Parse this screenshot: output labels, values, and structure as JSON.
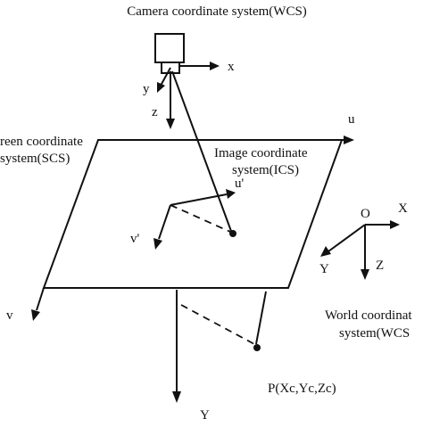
{
  "labels": {
    "camera_title": "Camera coordinate system(WCS)",
    "screen_line1": "reen coordinate",
    "screen_line2": "system(SCS)",
    "image_line1": "Image coordinate",
    "image_line2": "system(ICS)",
    "world_line1": "World coordinat",
    "world_line2": "system(WCS",
    "point": "P(Xc,Yc,Zc)"
  },
  "axes": {
    "cam_x": "x",
    "cam_y": "y",
    "cam_z": "z",
    "screen_u": "u",
    "screen_v": "v",
    "screen_Y": "Y",
    "image_u": "u'",
    "image_v": "v'",
    "world_origin": "O",
    "world_X": "X",
    "world_Y": "Y",
    "world_Z": "Z"
  },
  "colors": {
    "ink": "#111111",
    "background": "#ffffff"
  }
}
